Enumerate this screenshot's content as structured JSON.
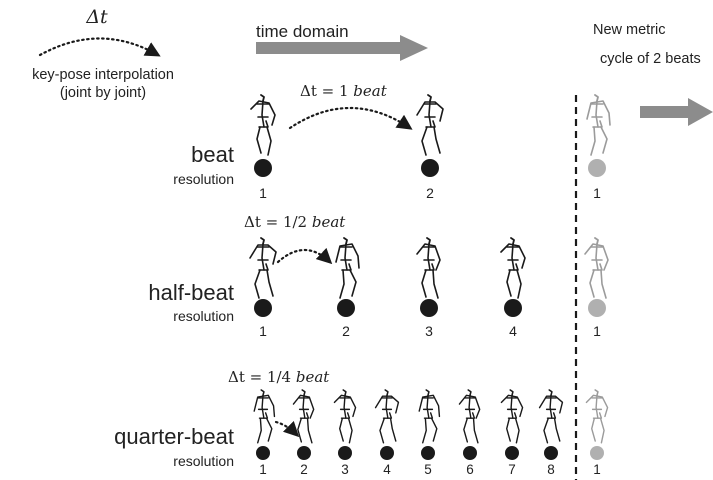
{
  "legend": {
    "delta_symbol": "Δt",
    "interp_line1": "key-pose interpolation",
    "interp_line2": "(joint by joint)"
  },
  "header": {
    "time_domain": "time domain",
    "new_cycle_line1": "New metric",
    "new_cycle_line2": "cycle of 2 beats"
  },
  "rows": [
    {
      "key": "beat",
      "label": "beat",
      "sublabel": "resolution",
      "dt_prefix": "Δt = 1 ",
      "dt_unit": "beat",
      "numbers": [
        "1",
        "2"
      ],
      "next_number": "1"
    },
    {
      "key": "half-beat",
      "label": "half-beat",
      "sublabel": "resolution",
      "dt_prefix": "Δt = 1/2 ",
      "dt_unit": "beat",
      "numbers": [
        "1",
        "2",
        "3",
        "4"
      ],
      "next_number": "1"
    },
    {
      "key": "quarter-beat",
      "label": "quarter-beat",
      "sublabel": "resolution",
      "dt_prefix": "Δt = 1/4 ",
      "dt_unit": "beat",
      "numbers": [
        "1",
        "2",
        "3",
        "4",
        "5",
        "6",
        "7",
        "8"
      ],
      "next_number": "1"
    }
  ],
  "colors": {
    "text": "#222222",
    "arrow": "#8c8c8c",
    "dot": "#1a1a1a",
    "next_dot": "#b0b0b0",
    "figure": "#1a1a1a",
    "next_figure": "#8a8a8a"
  }
}
